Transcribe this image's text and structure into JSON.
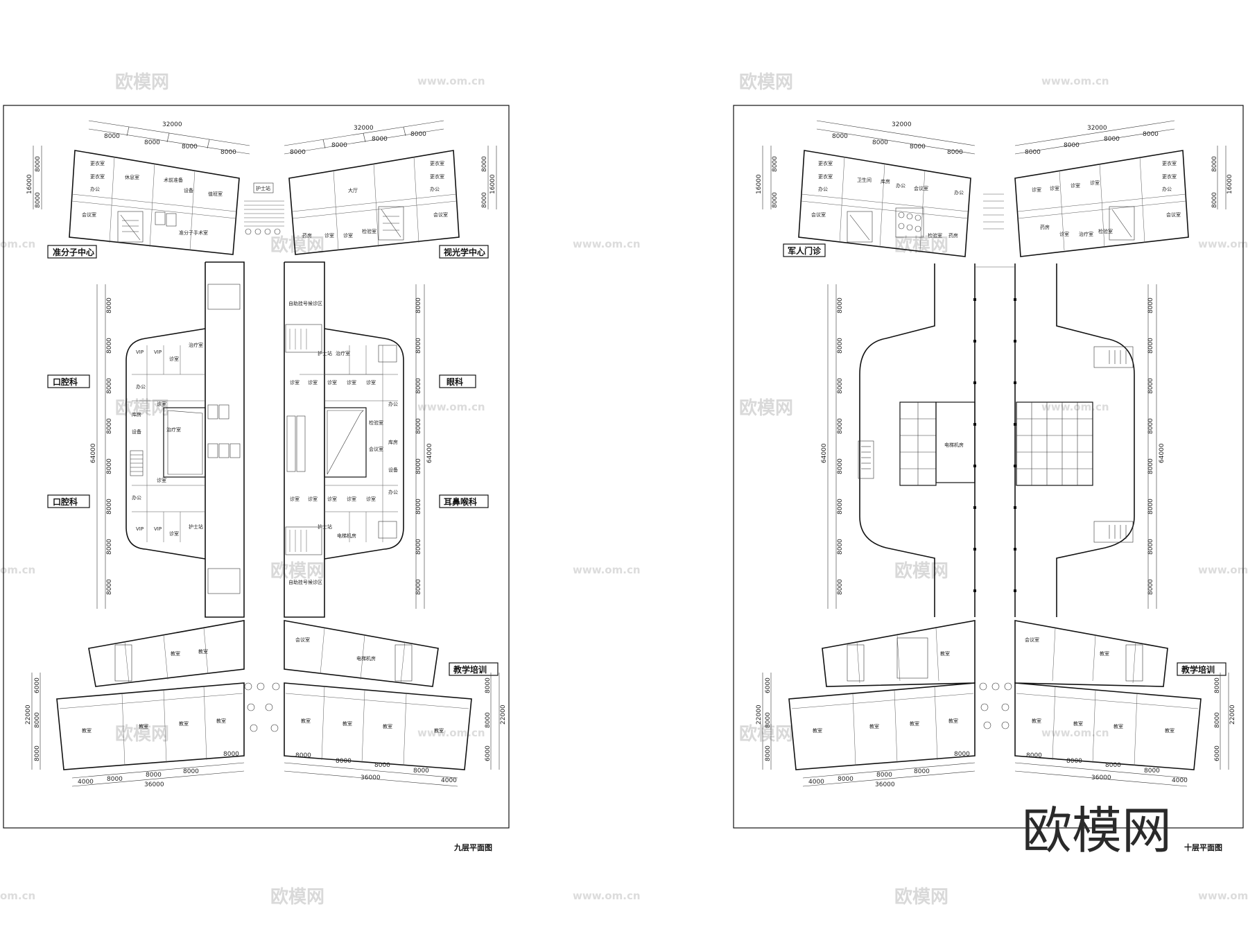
{
  "watermarks": {
    "logo": "欧模网",
    "url": "www.om.cn",
    "url_fragment": "om.cn",
    "corner_logo": "欧模网"
  },
  "plans": [
    {
      "id": "ninth-floor",
      "title": "九层平面图",
      "departments": [
        "准分子中心",
        "视光学中心",
        "口腔科",
        "眼科",
        "口腔科",
        "耳鼻喉科",
        "教学培训"
      ],
      "dims": {
        "top_left": {
          "total": "32000",
          "parts": [
            "8000",
            "8000",
            "8000",
            "8000"
          ]
        },
        "top_right": {
          "total": "32000",
          "parts": [
            "8000",
            "8000",
            "8000",
            "8000"
          ]
        },
        "left_wing": {
          "total": "16000",
          "parts": [
            "8000",
            "8000"
          ]
        },
        "right_wing": {
          "total": "16000",
          "parts": [
            "8000",
            "8000"
          ]
        },
        "left_body": {
          "total": "64000",
          "parts": [
            "8000",
            "8000",
            "8000",
            "8000",
            "8000",
            "8000",
            "8000",
            "8000"
          ]
        },
        "right_body": {
          "total": "64000",
          "parts": [
            "8000",
            "8000",
            "8000",
            "8000",
            "8000",
            "8000",
            "8000",
            "8000"
          ]
        },
        "bottom_wing_left": {
          "total": "22000",
          "parts": [
            "6000",
            "8000",
            "8000"
          ]
        },
        "bottom_wing_right": {
          "total": "22000",
          "parts": [
            "8000",
            "8000",
            "6000"
          ]
        },
        "bottom_left": {
          "total": "36000",
          "parts": [
            "4000",
            "8000",
            "8000",
            "8000",
            "8000"
          ]
        },
        "bottom_right": {
          "total": "36000",
          "parts": [
            "8000",
            "8000",
            "8000",
            "8000",
            "4000"
          ]
        }
      }
    },
    {
      "id": "tenth-floor",
      "title": "十层平面图",
      "departments": [
        "军人门诊",
        "教学培训"
      ],
      "dims": {
        "top_left": {
          "total": "32000",
          "parts": [
            "8000",
            "8000",
            "8000",
            "8000"
          ]
        },
        "top_right": {
          "total": "32000",
          "parts": [
            "8000",
            "8000",
            "8000",
            "8000"
          ]
        },
        "left_wing": {
          "total": "16000",
          "parts": [
            "8000",
            "8000"
          ]
        },
        "right_wing": {
          "total": "16000",
          "parts": [
            "8000",
            "8000"
          ]
        },
        "left_body": {
          "total": "64000",
          "parts": [
            "8000",
            "8000",
            "8000",
            "8000",
            "8000",
            "8000",
            "8000",
            "8000"
          ]
        },
        "right_body": {
          "total": "64000",
          "parts": [
            "8000",
            "8000",
            "8000",
            "8000",
            "8000",
            "8000",
            "8000",
            "8000"
          ]
        },
        "bottom_wing_left": {
          "total": "22000",
          "parts": [
            "6000",
            "8000",
            "8000"
          ]
        },
        "bottom_wing_right": {
          "total": "22000",
          "parts": [
            "8000",
            "8000",
            "6000"
          ]
        },
        "bottom_left": {
          "total": "36000",
          "parts": [
            "4000",
            "8000",
            "8000",
            "8000",
            "8000"
          ]
        },
        "bottom_right": {
          "total": "36000",
          "parts": [
            "8000",
            "8000",
            "8000",
            "8000",
            "4000"
          ]
        }
      }
    }
  ],
  "room_labels": {
    "classroom": "教室",
    "exam_room": "诊室",
    "nurse_station": "护士站",
    "office": "办公",
    "equipment": "设备",
    "changing": "更衣室",
    "on_duty": "值班室",
    "waiting": "候诊区",
    "lab": "检验室",
    "pharmacy": "药房",
    "treatment": "治疗室",
    "vip": "VIP",
    "elevator_machine": "电梯机房",
    "hall": "大厅",
    "storage": "库房",
    "meeting": "会议室",
    "toilet": "卫生间",
    "stair": "楼梯",
    "surgery": "手术室",
    "excimer_surgery": "准分子手术室",
    "lounge": "休息室",
    "operation_prep": "术前准备",
    "waiting_area_9f": "自助挂号候诊区"
  }
}
